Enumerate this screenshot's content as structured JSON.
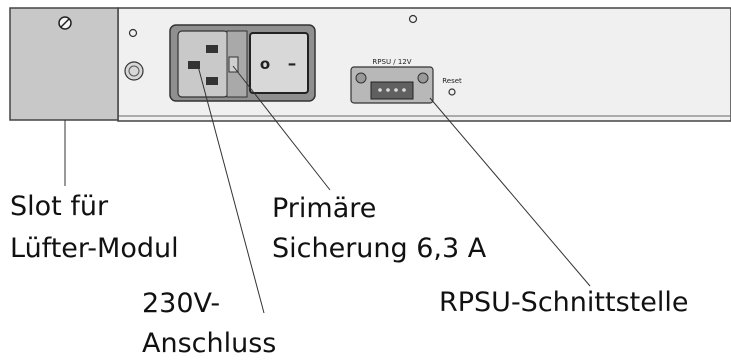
{
  "device": {
    "rpsu_port_label": "RPSU / 12V",
    "reset_label": "Reset",
    "switch_on_symbol": "–",
    "switch_off_symbol": "o"
  },
  "labels": {
    "fan_slot_line1": "Slot für",
    "fan_slot_line2": "Lüfter-Modul",
    "fuse_line1": "Primäre",
    "fuse_line2": "Sicherung 6,3 A",
    "power_line1": "230V-",
    "power_line2": "Anschluss",
    "rpsu": "RPSU-Schnittstelle"
  },
  "colors": {
    "panel": "#f0f0f0",
    "fan_slot": "#c8c8c8",
    "socket_surround": "#8f8f8f",
    "socket_face": "#c9c9c9",
    "switch_body": "#d8d8d8",
    "connector": "#b8b8b8",
    "line": "#333333"
  }
}
